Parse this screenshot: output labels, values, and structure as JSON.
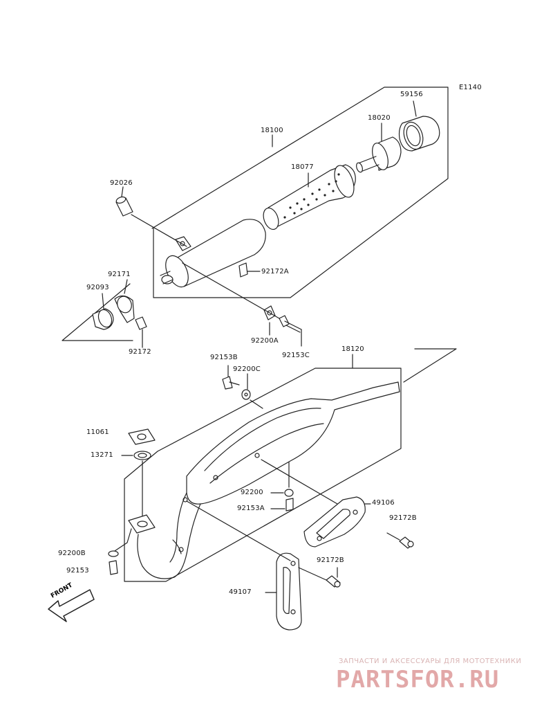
{
  "diagram_code": "E1140",
  "labels": {
    "p59156": "59156",
    "p18020": "18020",
    "p18100": "18100",
    "p18077": "18077",
    "p92026": "92026",
    "p92171": "92171",
    "p92093": "92093",
    "p92172A": "92172A",
    "p92172": "92172",
    "p92200A": "92200A",
    "p92153C": "92153C",
    "p18120": "18120",
    "p92153B": "92153B",
    "p92200C": "92200C",
    "p11061": "11061",
    "p13271": "13271",
    "p92200": "92200",
    "p92153A": "92153A",
    "p49106": "49106",
    "p92172B_1": "92172B",
    "p92172B_2": "92172B",
    "p92200B": "92200B",
    "p92153": "92153",
    "p49107": "49107"
  },
  "front_marker": "FRONT",
  "watermark": {
    "subtitle": "ЗАПЧАСТИ И АКСЕССУАРЫ ДЛЯ МОТОТЕХНИКИ",
    "logo": "PARTSFOR.RU"
  }
}
